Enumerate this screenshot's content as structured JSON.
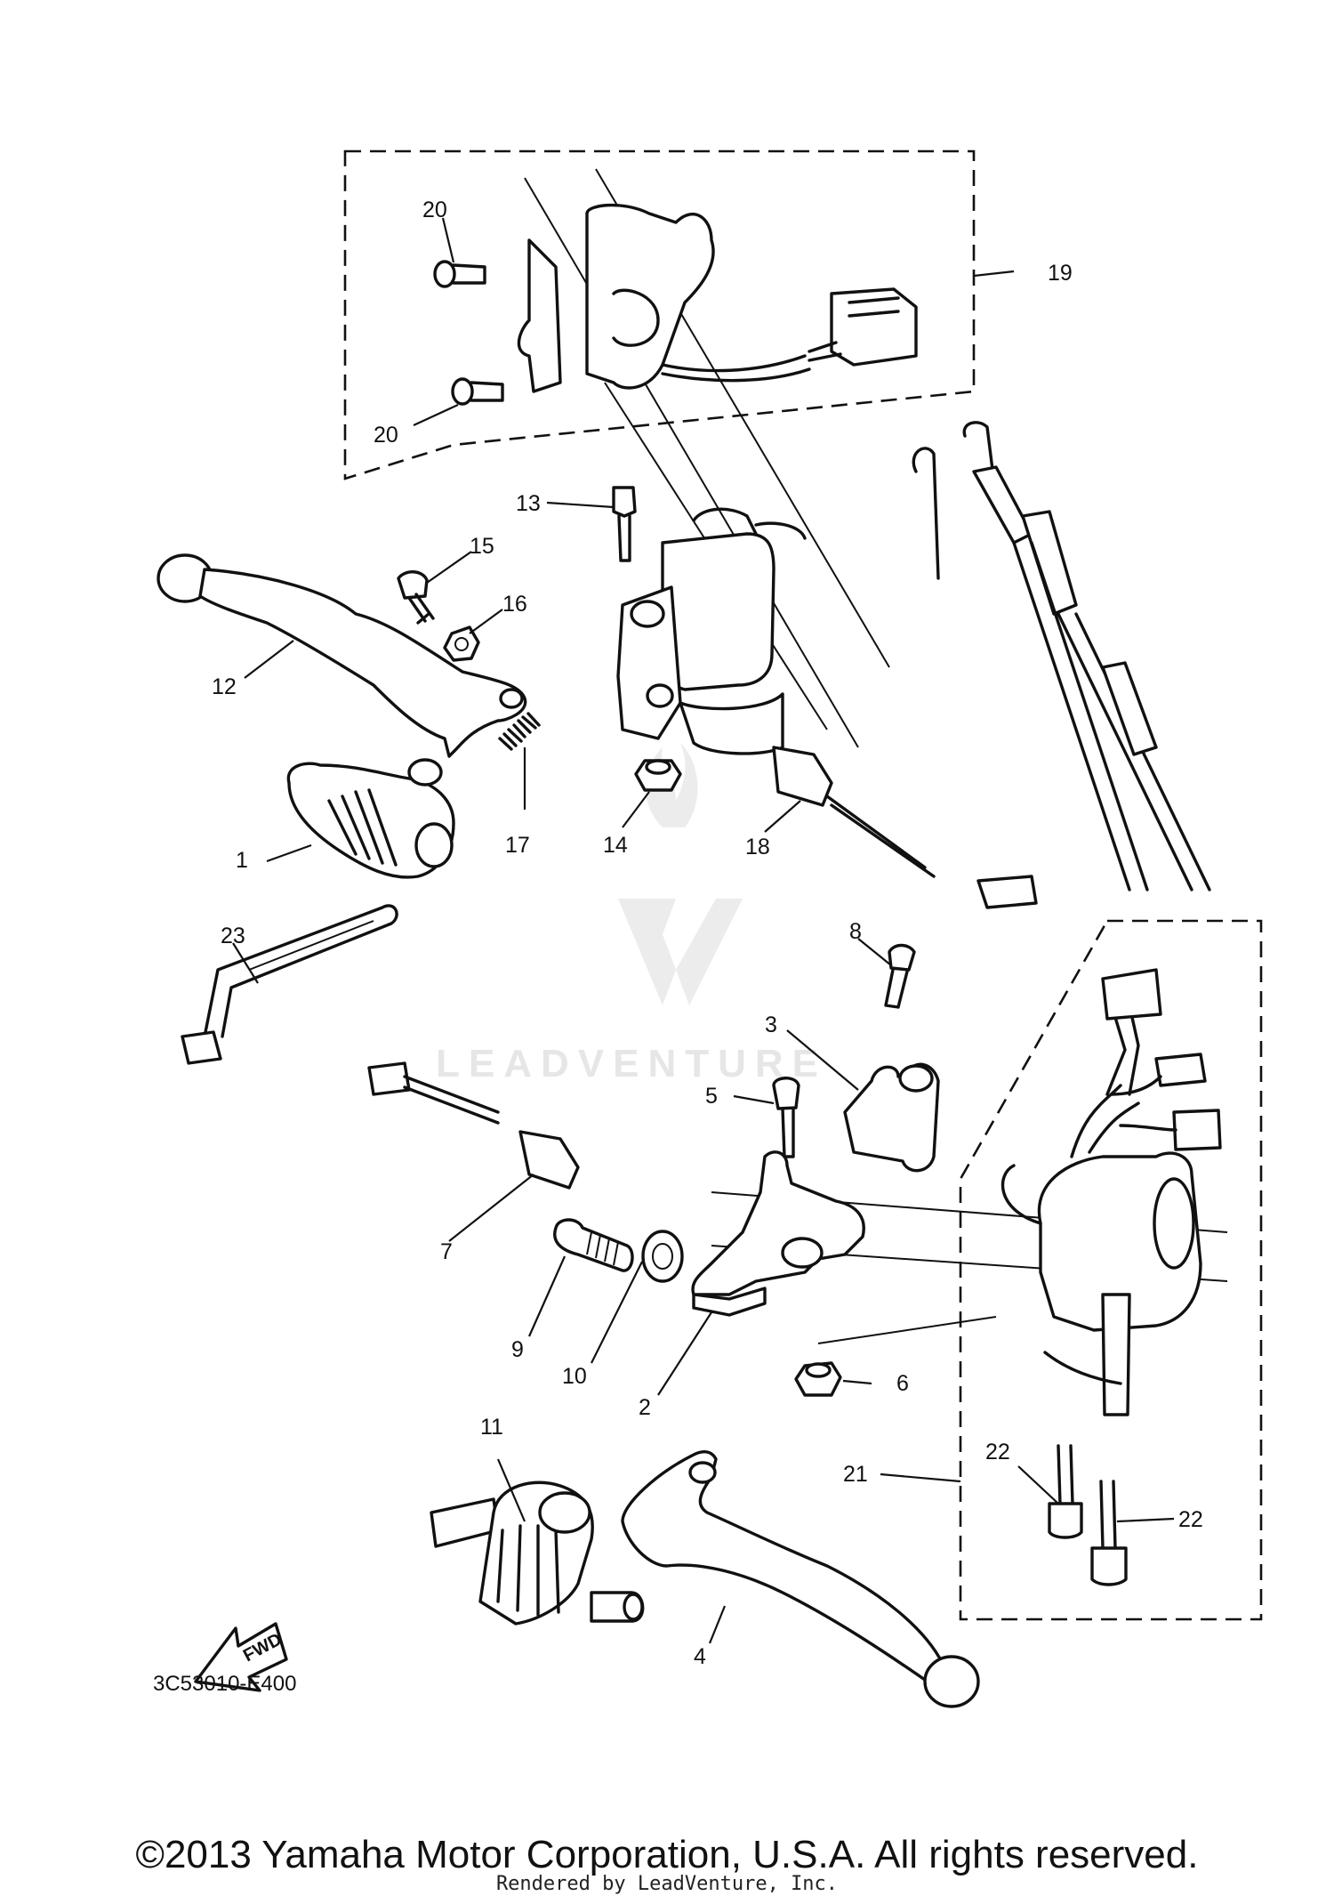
{
  "diagram": {
    "callouts": {
      "c1": "1",
      "c2": "2",
      "c3": "3",
      "c4": "4",
      "c5": "5",
      "c6": "6",
      "c7": "7",
      "c8": "8",
      "c9": "9",
      "c10": "10",
      "c11": "11",
      "c12": "12",
      "c13": "13",
      "c14": "14",
      "c15": "15",
      "c16": "16",
      "c17": "17",
      "c18": "18",
      "c19": "19",
      "c20a": "20",
      "c20b": "20",
      "c21": "21",
      "c22a": "22",
      "c22b": "22",
      "c23": "23"
    },
    "fwd_label": "FWD",
    "drawing_code": "3C53010-E400",
    "watermark": "LEADVENTURE"
  },
  "footer": {
    "copyright": "©2013 Yamaha Motor Corporation, U.S.A. All rights reserved.",
    "rendered_by": "Rendered by LeadVenture, Inc."
  },
  "colors": {
    "ink": "#111111",
    "background": "#ffffff",
    "watermark": "#e6e6e6"
  }
}
